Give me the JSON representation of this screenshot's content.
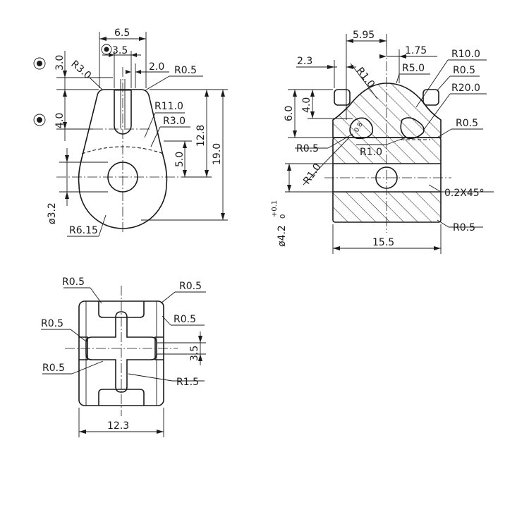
{
  "front_view": {
    "dims": {
      "width_top": "6.5",
      "slot_width": "3.5",
      "slot_offset": "2.0",
      "corner_r_top": "R0.5",
      "slot_r": "R3.0",
      "arc_r_large": "R11.0",
      "arc_r_mid": "R3.0",
      "height_total": "19.0",
      "height_upper": "12.8",
      "hole_offset": "5.0",
      "slot_depth_a": "3.0",
      "slot_depth_b": "4.0",
      "hole_dia": "ø3.2",
      "base_r": "R6.15"
    }
  },
  "side_view": {
    "dims": {
      "top_w": "5.95",
      "left_off": "2.3",
      "right_off": "1.75",
      "r_large": "R10.0",
      "r_mid": "R5.0",
      "r_small_a": "R0.5",
      "r_big": "R20.0",
      "r_slot": "R1.0",
      "h_a": "6.0",
      "h_b": "4.0",
      "r_small_b": "R0.5",
      "r_small_c": "R0.5",
      "r_one_b": "R1.0",
      "r_one_c": "R1.0",
      "chamfer": "0.2X45°",
      "corner": "R0.5",
      "width": "15.5",
      "bore_dia": "ø4.2",
      "tol_upper": "+0.1",
      "tol_lower": "0",
      "note_small": "0.8"
    }
  },
  "bottom_view": {
    "dims": {
      "r_tl": "R0.5",
      "r_tr": "R0.5",
      "r_ml": "R0.5",
      "r_mr": "R0.5",
      "r_bl": "R0.5",
      "cross_w": "3.5",
      "cross_r": "R1.5",
      "width": "12.3"
    }
  }
}
